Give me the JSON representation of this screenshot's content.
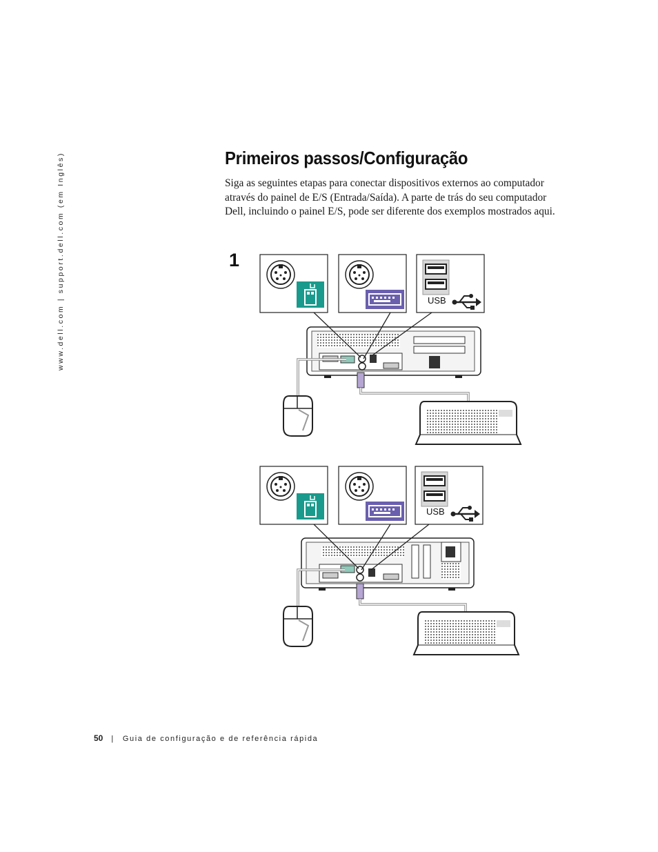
{
  "sidebar": {
    "url_text": "www.dell.com | support.dell.com (em Inglês)"
  },
  "heading": {
    "title": "Primeiros passos/Configuração"
  },
  "body": {
    "intro": "Siga as seguintes etapas para conectar dispositivos externos ao computador através do painel de E/S (Entrada/Saída). A parte de trás do seu computador Dell, incluindo o painel E/S, pode ser diferente dos exemplos mostrados aqui."
  },
  "step": {
    "number": "1"
  },
  "figure_top": {
    "usb_label": "USB"
  },
  "figure_bottom": {
    "usb_label": "USB"
  },
  "footer": {
    "page_number": "50",
    "separator": "|",
    "book_title": "Guia de configuração e de referência rápida"
  },
  "colors": {
    "mouse_icon_bg": "#1a9a8c",
    "keyboard_icon_bg": "#6a5fae",
    "mouse_port_color": "#8fc9b9",
    "keyboard_port_color": "#b5a6d3"
  }
}
